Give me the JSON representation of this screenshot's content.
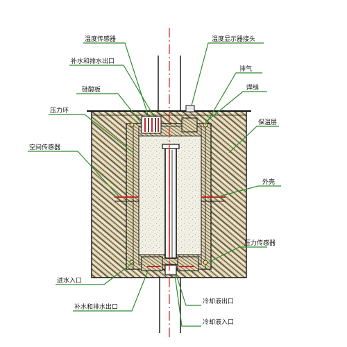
{
  "labels": {
    "temp_sensor": "温度传感器",
    "temp_display": "温度显示器接头",
    "water_outlet_top": "补水和排水出口",
    "insul_board": "硅酸板",
    "vent": "排气",
    "weld": "焊缝",
    "flange": "压力环",
    "insul_layer": "保温层",
    "pressure_sensor_l": "空间传感器",
    "outer_shell": "外壳",
    "pressure_sensor_r": "压力传感器",
    "water_inlet": "进水入口",
    "liquid_outlet": "冷却液出口",
    "water_outlet_bot": "补水和排水出口",
    "liquid_inlet": "冷却液入口"
  },
  "colors": {
    "hatch_fill": "#d9c79a",
    "hatch_line": "#3b3b3b",
    "leader": "#2e8b2e",
    "axis": "#cc2222",
    "sand": "#f2efe4",
    "red_part": "#c62828",
    "outline": "#111111"
  }
}
